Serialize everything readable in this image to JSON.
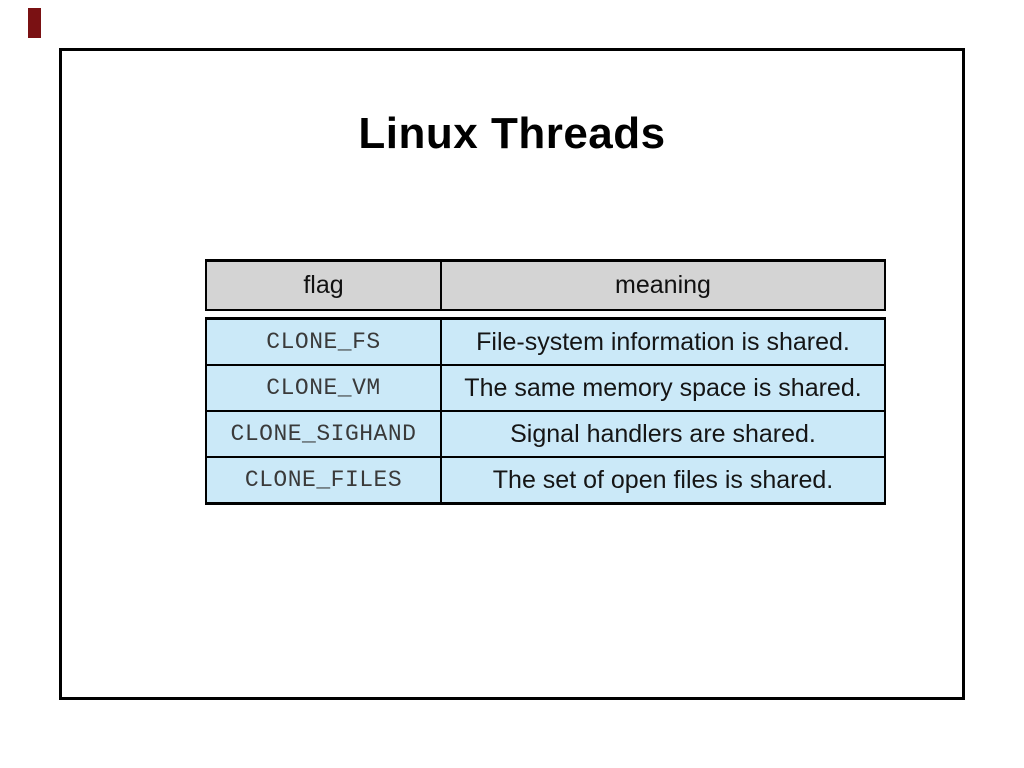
{
  "slide": {
    "title": "Linux Threads"
  },
  "table": {
    "columns": {
      "flag": "flag",
      "meaning": "meaning"
    },
    "rows": [
      {
        "flag": "CLONE_FS",
        "meaning": "File-system information is shared."
      },
      {
        "flag": "CLONE_VM",
        "meaning": "The same memory space is shared."
      },
      {
        "flag": "CLONE_SIGHAND",
        "meaning": "Signal handlers are shared."
      },
      {
        "flag": "CLONE_FILES",
        "meaning": "The set of open files is shared."
      }
    ]
  },
  "colors": {
    "header_bg": "#d4d4d4",
    "body_bg": "#cbe9f8",
    "border": "#000000",
    "accent_mark": "#7a1113",
    "title_text": "#000000"
  }
}
